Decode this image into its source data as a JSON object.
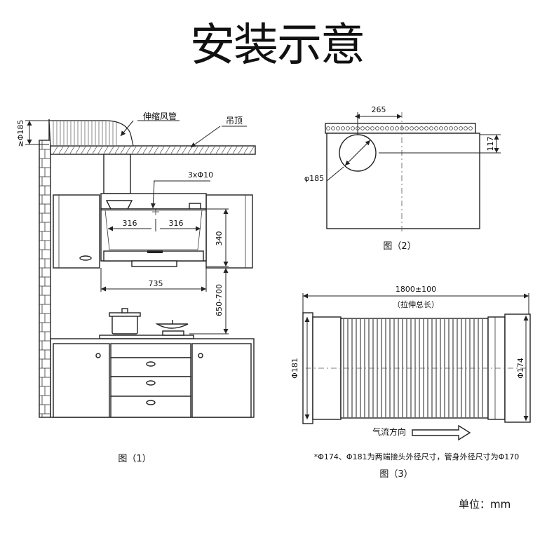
{
  "title": "安装示意",
  "fig1": {
    "caption": "图（1）",
    "duct_label": "伸缩风管",
    "ceiling_label": "吊顶",
    "holes_label": "3xΦ10",
    "duct_dia_label": "≥Φ185",
    "dim_316_left": "316",
    "dim_316_right": "316",
    "dim_340": "340",
    "dim_735": "735",
    "dim_650_700": "650-700"
  },
  "fig2": {
    "caption": "图（2）",
    "dim_265": "265",
    "dim_117": "117",
    "dim_185": "φ185"
  },
  "fig3": {
    "caption": "图（3）",
    "length": "1800±100",
    "length_note": "（拉伸总长）",
    "left_dia": "Φ181",
    "right_dia": "Φ174",
    "flow_label": "气流方向",
    "footnote": "*Φ174、Φ181为两端接头外径尺寸，管身外径尺寸为Φ170"
  },
  "unit_label": "单位：mm"
}
